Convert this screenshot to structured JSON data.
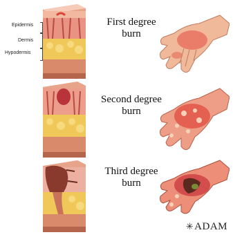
{
  "layers": {
    "epidermis": "Epidermis",
    "dermis": "Dermis",
    "hypodermis": "Hypodermis"
  },
  "stages": [
    {
      "line1": "First degree",
      "line2": "burn"
    },
    {
      "line1": "Second degree",
      "line2": "burn"
    },
    {
      "line1": "Third degree",
      "line2": "burn"
    }
  ],
  "brand": {
    "mark": "✳",
    "name": "ADAM"
  },
  "colors": {
    "skin": "#f2c9a9",
    "dermis": "#e8a48a",
    "fat": "#f0c85a",
    "burn_red": "#d9473a",
    "deep_burn": "#7a2a1e"
  },
  "icons": {
    "brand": "adam-logo-icon"
  }
}
